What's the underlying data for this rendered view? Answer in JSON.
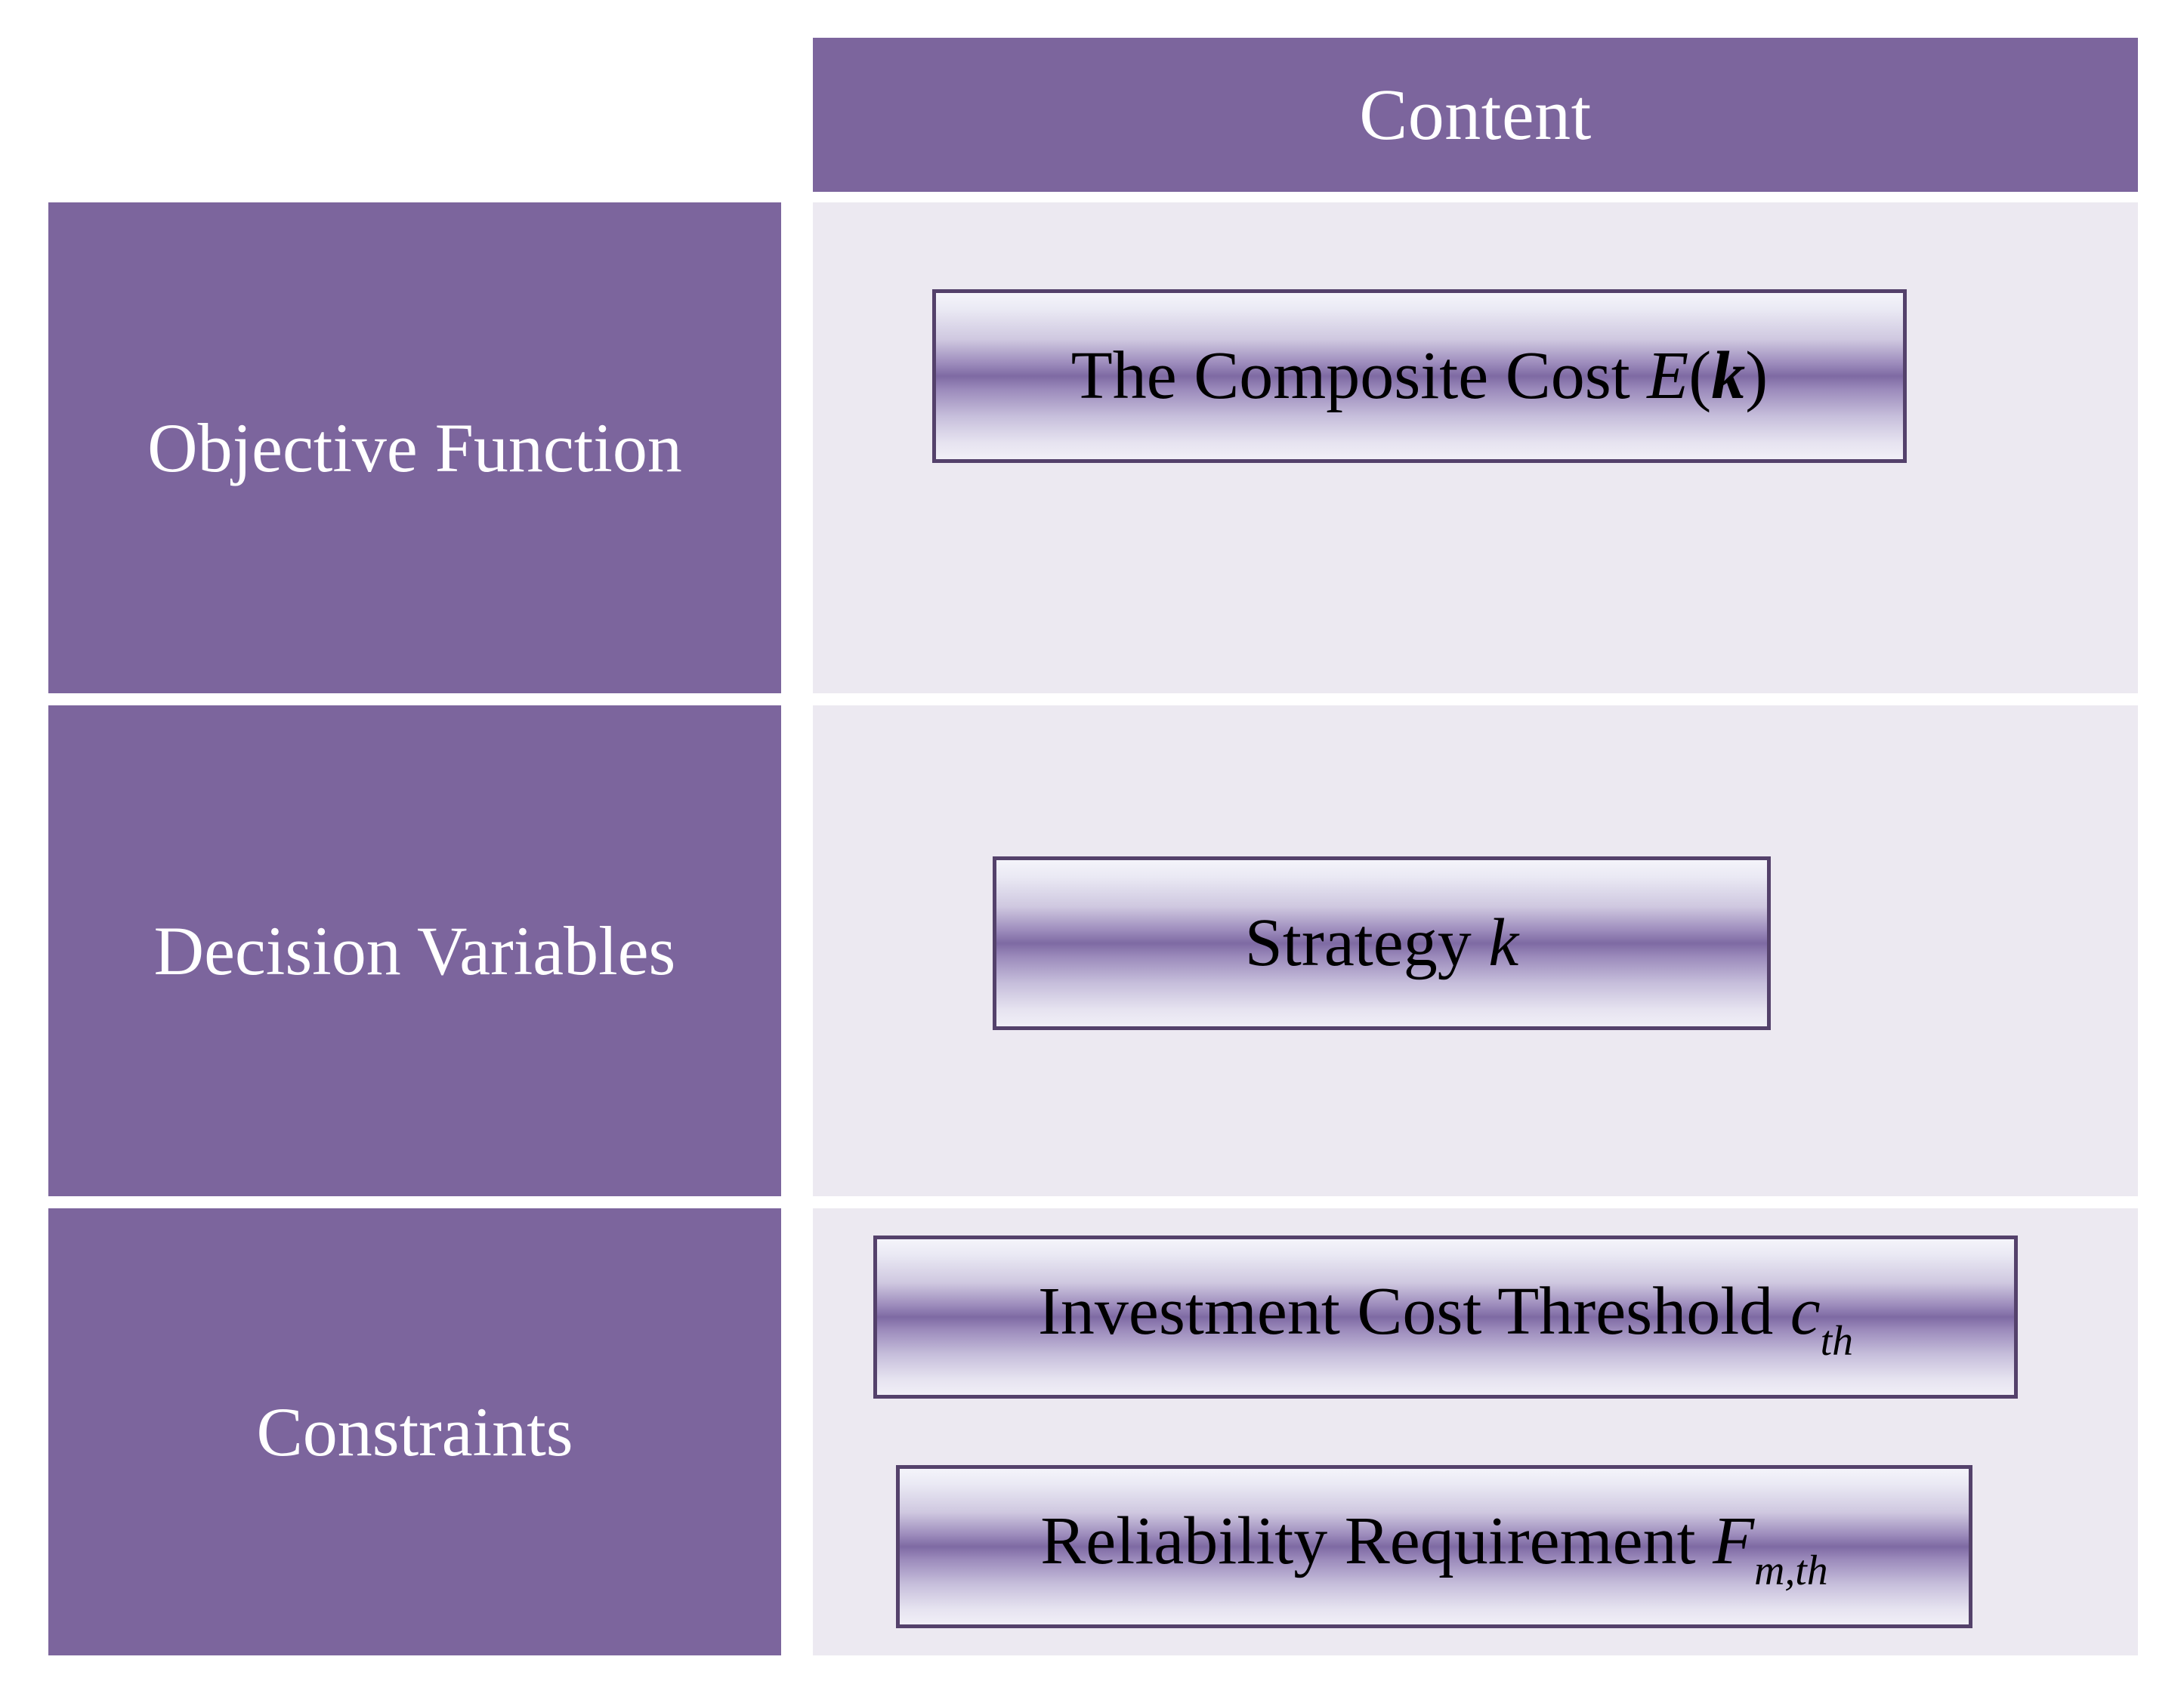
{
  "table": {
    "header": {
      "content_column_label": "Content"
    },
    "rows": [
      {
        "label": "Objective Function",
        "items": [
          {
            "prefix": "The Composite Cost ",
            "symbol": "E",
            "open_paren": "(",
            "arg": "k",
            "close_paren": ")",
            "full_text": "The Composite Cost E(k)"
          }
        ]
      },
      {
        "label": "Decision Variables",
        "items": [
          {
            "prefix": "Strategy ",
            "symbol": "k",
            "full_text": "Strategy k"
          }
        ]
      },
      {
        "label": "Constraints",
        "items": [
          {
            "prefix": "Investment Cost Threshold ",
            "symbol": "c",
            "subscript": "th",
            "full_text": "Investment Cost Threshold c_th"
          },
          {
            "prefix": "Reliability Requirement ",
            "symbol": "F",
            "subscript": "m,th",
            "full_text": "Reliability Requirement F_m,th"
          }
        ]
      }
    ]
  },
  "colors": {
    "header_purple": "#7C659D",
    "label_purple": "#7C659D",
    "content_cell_lavender": "#ECE9F1",
    "chip_border": "#54416B",
    "chip_gradient_mid": "#7E6AA3",
    "chip_gradient_edge": "#F4F4FA",
    "header_text": "#FFFFFF",
    "chip_text": "#000000",
    "page_background": "#FFFFFF"
  }
}
